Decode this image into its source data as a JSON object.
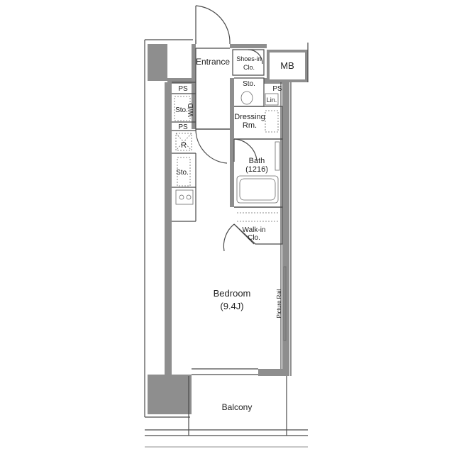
{
  "rooms": {
    "entrance": "Entrance",
    "shoes_in_clo_1": "Shoes-in",
    "shoes_in_clo_2": "Clo.",
    "mb": "MB",
    "ps_top_left": "PS",
    "ps_top_right": "PS",
    "ps_mid_left": "PS",
    "sto_toilet": "Sto.",
    "lin": "Lin.",
    "sto_left": "Sto.",
    "wd": "W/D",
    "dressing_1": "Dressing",
    "dressing_2": "Rm.",
    "refrigerator": "R",
    "sto_kitchen": "Sto.",
    "bath_1": "Bath",
    "bath_2": "(1216)",
    "walk_in_1": "Walk-in",
    "walk_in_2": "Clo.",
    "bedroom_1": "Bedroom",
    "bedroom_2": "(9.4J)",
    "picture_rail": "Picture Rail",
    "balcony": "Balcony"
  },
  "colors": {
    "wall": "#8e8e8e",
    "line": "#4a4a4a",
    "background": "#ffffff"
  }
}
